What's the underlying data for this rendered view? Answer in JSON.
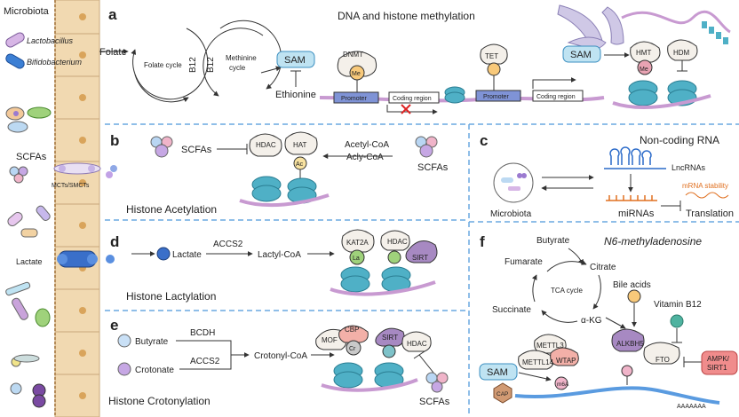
{
  "left_strip": {
    "microbiota": "Microbiota",
    "lactobacillus": "Lactobacillus",
    "bifidobacterium": "Bifidobacterium",
    "scfas": "SCFAs",
    "transporters": "MCTs/SMCTs",
    "lactate": "Lactate"
  },
  "panel_a": {
    "letter": "a",
    "title": "DNA  and histone methylation",
    "folate": "Folate",
    "folate_cycle": "Folate cycle",
    "b12_left": "B12",
    "b12_right": "B12",
    "methionine_1": "Methinine",
    "methionine_2": "cycle",
    "sam": "SAM",
    "ethionine": "Ethionine",
    "dnmt": "DNMT",
    "me": "Me",
    "promoter_1": "Promoter",
    "coding_1": "Coding region",
    "tet": "TET",
    "promoter_2": "Promoter",
    "coding_2": "Coding region",
    "sam_right": "SAM",
    "hmt": "HMT",
    "hdm": "HDM",
    "me_right": "Me"
  },
  "panel_b": {
    "letter": "b",
    "scfas_left": "SCFAs",
    "hdac": "HDAC",
    "hat": "HAT",
    "ac": "Ac",
    "acetyl_coa": "Acetyl-CoA",
    "acly_coa": "Acly-CoA",
    "scfas_right": "SCFAs",
    "title": "Histone Acetylation"
  },
  "panel_c": {
    "letter": "c",
    "title": "Non-coding RNA",
    "lncrnas": "LncRNAs",
    "microbiota": "Microbiota",
    "mirnas": "miRNAs",
    "mrna_stability": "mRNA stability",
    "translation": "Translation"
  },
  "panel_d": {
    "letter": "d",
    "lactate": "Lactate",
    "accs2": "ACCS2",
    "lactyl_coa": "Lactyl-CoA",
    "kat2a": "KAT2A",
    "la": "La",
    "hdac": "HDAC",
    "sirt": "SIRT",
    "title": "Histone Lactylation"
  },
  "panel_e": {
    "letter": "e",
    "butyrate": "Butyrate",
    "bcdh": "BCDH",
    "crotonate": "Crotonate",
    "accs2": "ACCS2",
    "crotonyl_coa": "Crotonyl-CoA",
    "mof": "MOF",
    "cbp": "CBP",
    "cr": "Cr",
    "sirt": "SIRT",
    "hdac": "HDAC",
    "scfas": "SCFAs",
    "title": "Histone Crotonylation"
  },
  "panel_f": {
    "letter": "f",
    "title": "N6-methyladenosine",
    "butyrate": "Butyrate",
    "fumarate": "Fumarate",
    "citrate": "Citrate",
    "tca": "TCA cycle",
    "bile_acids": "Bile acids",
    "succinate": "Succinate",
    "akg": "α-KG",
    "vitamin_b12": "Vitamin B12",
    "mettl3": "METTL3",
    "mettl14": "METTL14",
    "wtap": "WTAP",
    "alkbh5": "ALKBH5",
    "fto": "FTO",
    "ampk_1": "AMPK/",
    "ampk_2": "SIRT1",
    "sam": "SAM",
    "cap": "CAP",
    "m6a": "m6A",
    "polya": "AAAAAAA"
  },
  "colors": {
    "dashed_line": "#6aa9e0",
    "wall": "#f1d9b1",
    "nucleosome": "#4fb0c6",
    "dna": "#c89ad1",
    "sam_box": "#bfe3f2",
    "promoter": "#7f93d6"
  }
}
